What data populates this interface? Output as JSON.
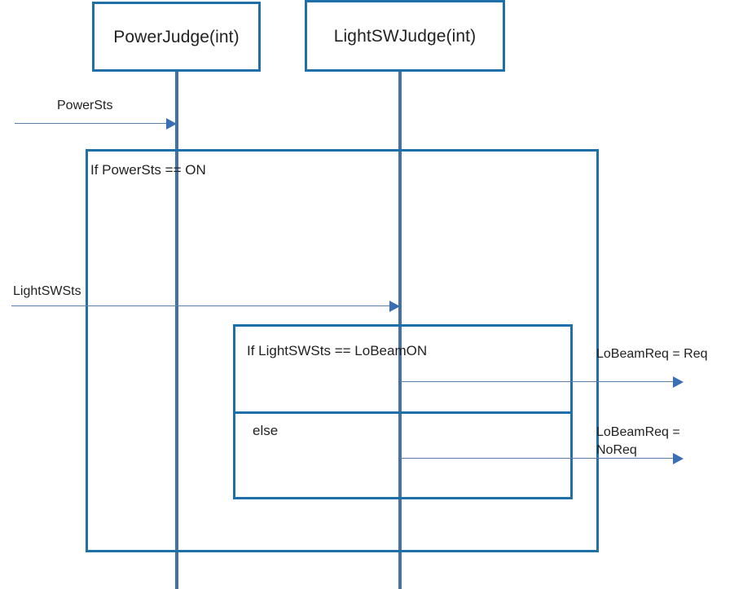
{
  "diagram": {
    "type": "uml-sequence-diagram",
    "colors": {
      "fragment_border": "#1F6FA8",
      "lifeline": "#4472A8",
      "message_line": "#5B7FA6",
      "arrow_head": "#3A6FB5",
      "background": "#FFFFFF",
      "text": "#222222"
    }
  },
  "participants": [
    {
      "label": "PowerJudge(int)"
    },
    {
      "label": "LightSWJudge(int)"
    }
  ],
  "messages": [
    {
      "label": "PowerSts"
    },
    {
      "label": "LightSWSts"
    },
    {
      "label": "LoBeamReq = Req"
    },
    {
      "label": "LoBeamReq ="
    },
    {
      "label": "NoReq"
    }
  ],
  "fragments": [
    {
      "condition": "If  PowerSts == ON"
    },
    {
      "condition": "If  LightSWSts == LoBeamON"
    },
    {
      "condition": "else"
    }
  ]
}
